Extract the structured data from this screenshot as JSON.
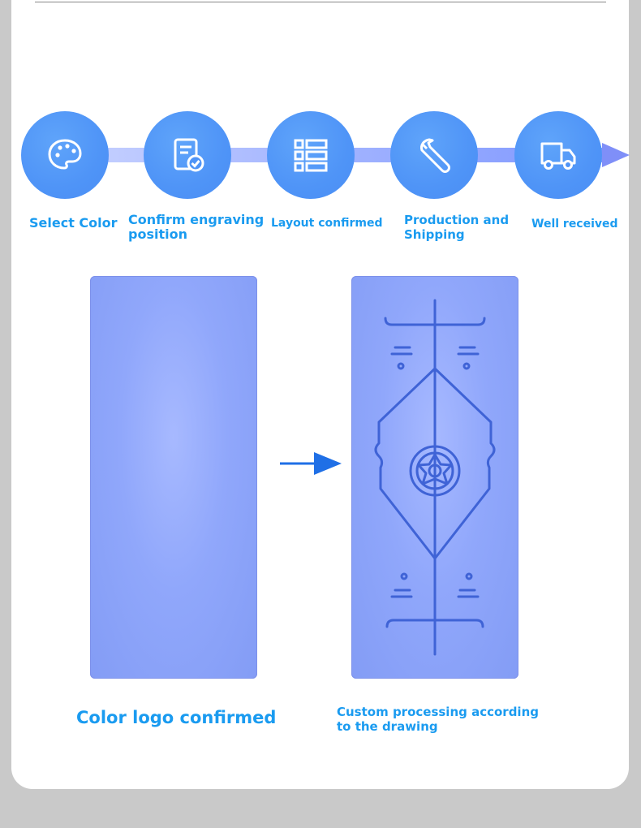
{
  "steps": [
    {
      "label": "Select Color",
      "icon": "palette-icon"
    },
    {
      "label": "Confirm engraving position",
      "icon": "document-check-icon"
    },
    {
      "label": "Layout confirmed",
      "icon": "layout-list-icon"
    },
    {
      "label": "Production and Shipping",
      "icon": "wrench-icon"
    },
    {
      "label": "Well received",
      "icon": "truck-icon"
    }
  ],
  "colors": {
    "accent_text": "#1a9bf0",
    "circle": "#4f94f7",
    "mat": "#90a7fb",
    "engraving": "#3f63d6",
    "arrow": "#1f6fe6"
  },
  "captions": {
    "before": "Color logo confirmed",
    "after": "Custom processing according to the drawing"
  }
}
